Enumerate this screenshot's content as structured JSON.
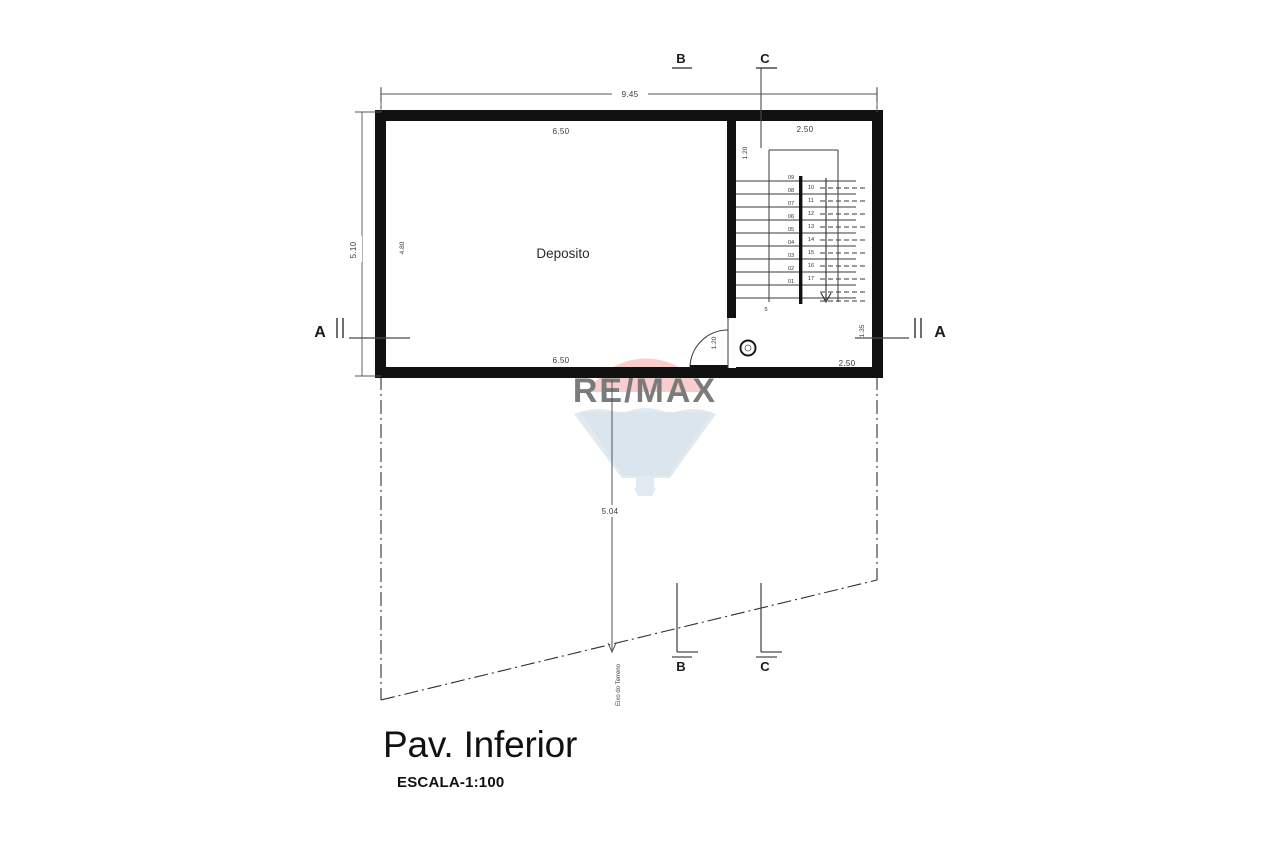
{
  "drawing": {
    "title": "Pav. Inferior",
    "scale_label": "ESCALA-1:100",
    "room_label": "Deposito",
    "axis_label": "Eixo do Terreno"
  },
  "section_markers": {
    "a_left": "A",
    "a_right": "A",
    "b_top": "B",
    "c_top": "C",
    "b_bottom": "B",
    "c_bottom": "C"
  },
  "dimensions": {
    "overall_width": "9.45",
    "overall_height": "5.10",
    "interior_height": "4.80",
    "deposito_top": "6.50",
    "deposito_bottom": "6.50",
    "stair_bay_top": "2.50",
    "stair_bay_bottom": "2.50",
    "stair_bay_left": "1.20",
    "door_width": "1.20",
    "right_wall": "1.35",
    "land_depth": "5.04",
    "stair_note": "5"
  },
  "stairs": {
    "left_numbers": [
      "09",
      "08",
      "07",
      "06",
      "05",
      "04",
      "03",
      "02",
      "01"
    ],
    "right_numbers": [
      "10",
      "11",
      "12",
      "13",
      "14",
      "15",
      "16",
      "17"
    ]
  },
  "watermark": {
    "text": "RE/MAX",
    "top_color": "#e8454a",
    "bottom_color": "#b9cede",
    "text_color": "#c9d6e3"
  },
  "colors": {
    "wall": "#111111",
    "line": "#4a4a4a",
    "thin": "#6b6b6b",
    "background": "#ffffff"
  }
}
